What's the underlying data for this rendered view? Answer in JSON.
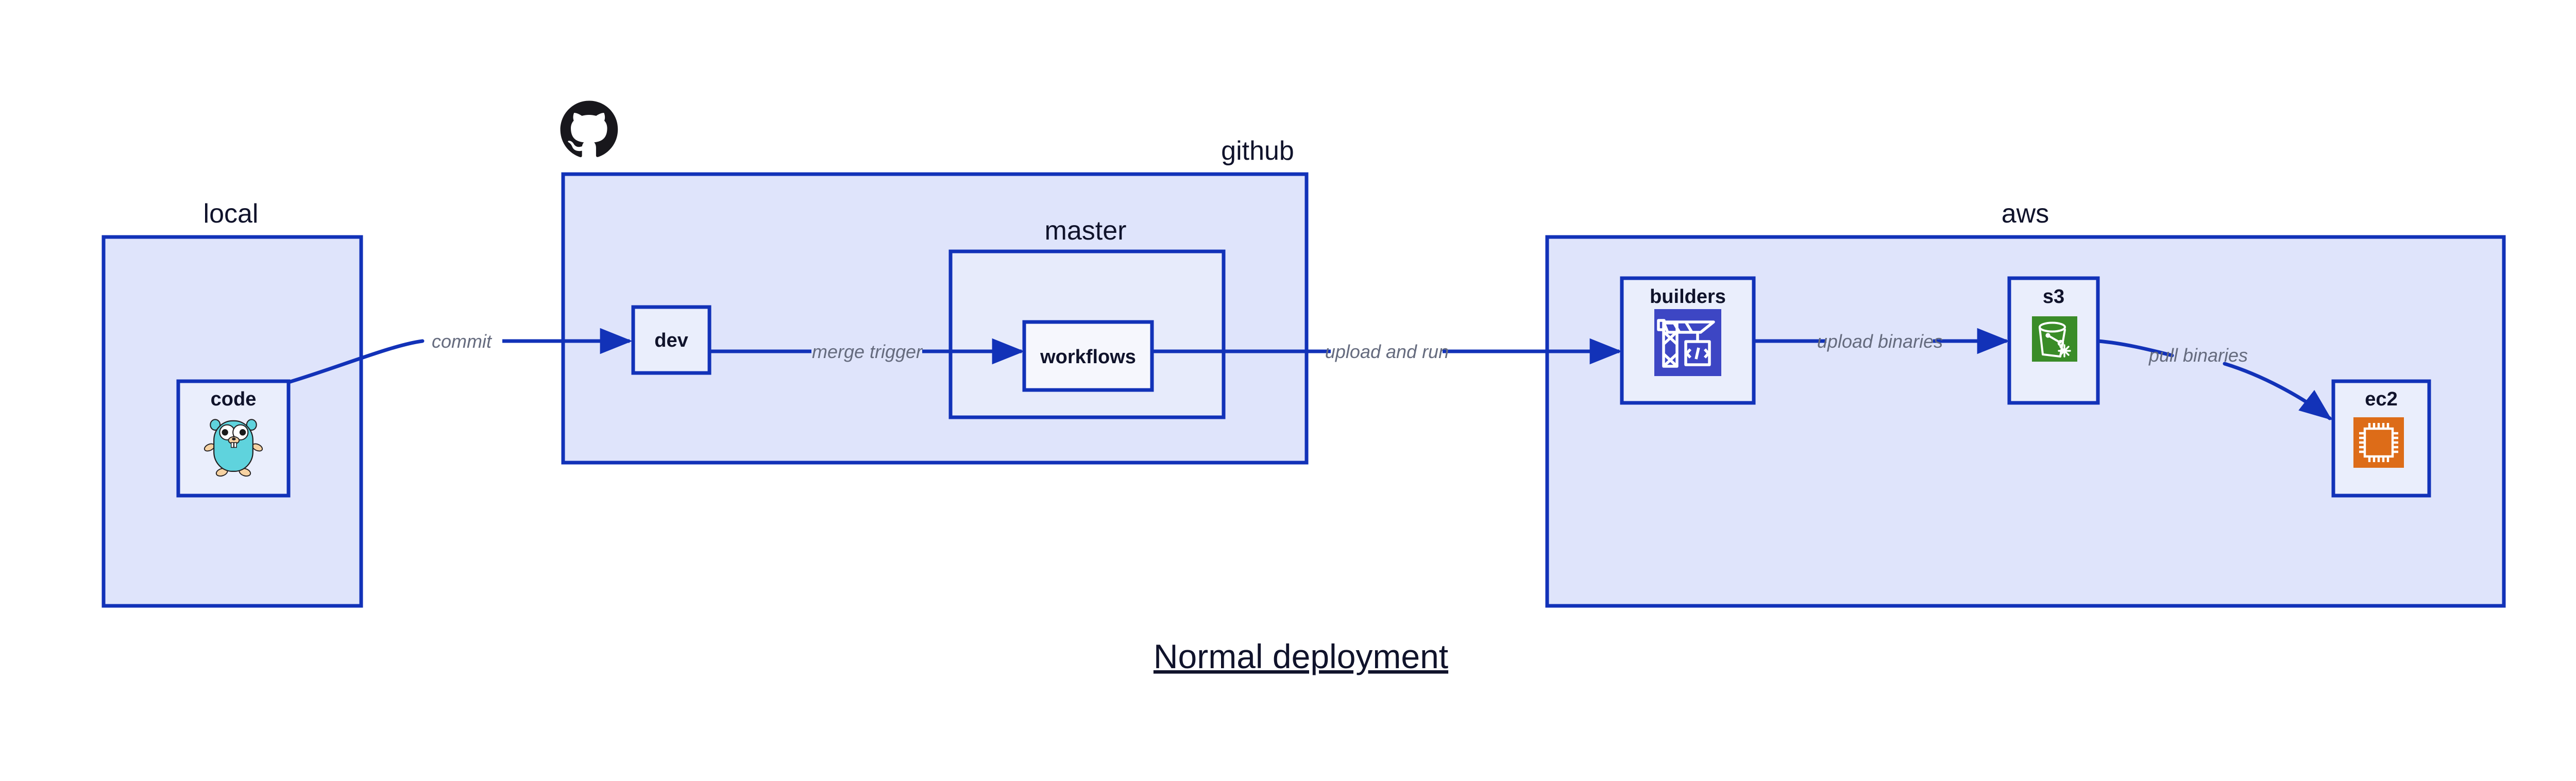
{
  "diagram": {
    "title": "Normal deployment",
    "background_color": "#ffffff",
    "accent_color": "#1232b8",
    "group_fill": "#dfe4fb",
    "node_fill": "#eaeefc",
    "label_color": "#10132b",
    "edge_label_color": "#656b7e"
  },
  "groups": [
    {
      "id": "local",
      "label": "local"
    },
    {
      "id": "github",
      "label": "github"
    },
    {
      "id": "aws",
      "label": "aws"
    }
  ],
  "subgroups": [
    {
      "id": "master",
      "label": "master",
      "parent": "github"
    }
  ],
  "nodes": [
    {
      "id": "code",
      "label": "code",
      "group": "local",
      "icon": "go-gopher-icon",
      "icon_color": "#5fd3dd"
    },
    {
      "id": "dev",
      "label": "dev",
      "group": "github",
      "icon": "none",
      "icon_color": ""
    },
    {
      "id": "workflows",
      "label": "workflows",
      "group": "master",
      "icon": "none",
      "icon_color": ""
    },
    {
      "id": "builders",
      "label": "builders",
      "group": "aws",
      "icon": "aws-codebuild-icon",
      "icon_color": "#3d46c4"
    },
    {
      "id": "s3",
      "label": "s3",
      "group": "aws",
      "icon": "aws-s3-bucket-icon",
      "icon_color": "#3a8c28"
    },
    {
      "id": "ec2",
      "label": "ec2",
      "group": "aws",
      "icon": "aws-ec2-chip-icon",
      "icon_color": "#dd6c18"
    }
  ],
  "edges": [
    {
      "id": "commit",
      "label": "commit",
      "from": "code",
      "to": "dev",
      "style": "curved"
    },
    {
      "id": "merge-trigger",
      "label": "merge trigger",
      "from": "dev",
      "to": "workflows",
      "style": "straight"
    },
    {
      "id": "upload-and-run",
      "label": "upload and run",
      "from": "workflows",
      "to": "builders",
      "style": "straight"
    },
    {
      "id": "upload-binaries",
      "label": "upload binaries",
      "from": "builders",
      "to": "s3",
      "style": "straight"
    },
    {
      "id": "pull-binaries",
      "label": "pull binaries",
      "from": "s3",
      "to": "ec2",
      "style": "curved"
    }
  ],
  "logos": [
    {
      "id": "github-octocat",
      "name": "github-octocat-logo",
      "color": "#18171c",
      "attached_to": "github"
    }
  ]
}
